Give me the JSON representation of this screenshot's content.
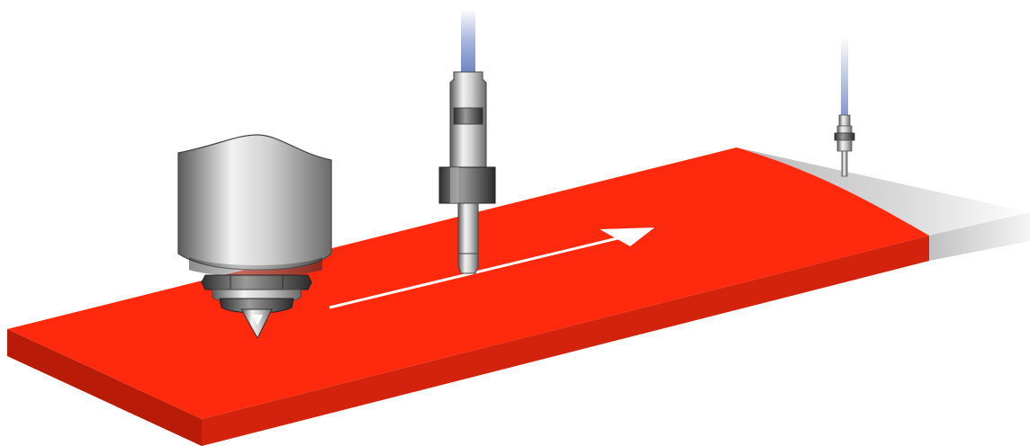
{
  "diagram": {
    "components": [
      {
        "id": "nozzle",
        "name": "dispensing-nozzle",
        "icon": "nozzle-icon"
      },
      {
        "id": "probe",
        "name": "measurement-probe",
        "icon": "sensor-probe-icon"
      },
      {
        "id": "thin-sensor",
        "name": "thin-sensor-probe",
        "icon": "sensor-probe-icon"
      },
      {
        "id": "plate",
        "name": "workpiece-plate",
        "icon": "plate-icon"
      },
      {
        "id": "arrow",
        "name": "motion-direction-arrow",
        "icon": "arrow-right-icon"
      }
    ],
    "colors": {
      "plate_top": "#ff2a0e",
      "plate_front": "#c21e0a",
      "plate_side": "#d4230c",
      "cable": "#7a8fc4",
      "metal_dark": "#4a4a4a",
      "metal_light": "#e6e6e6",
      "arrow": "#ffffff"
    }
  }
}
